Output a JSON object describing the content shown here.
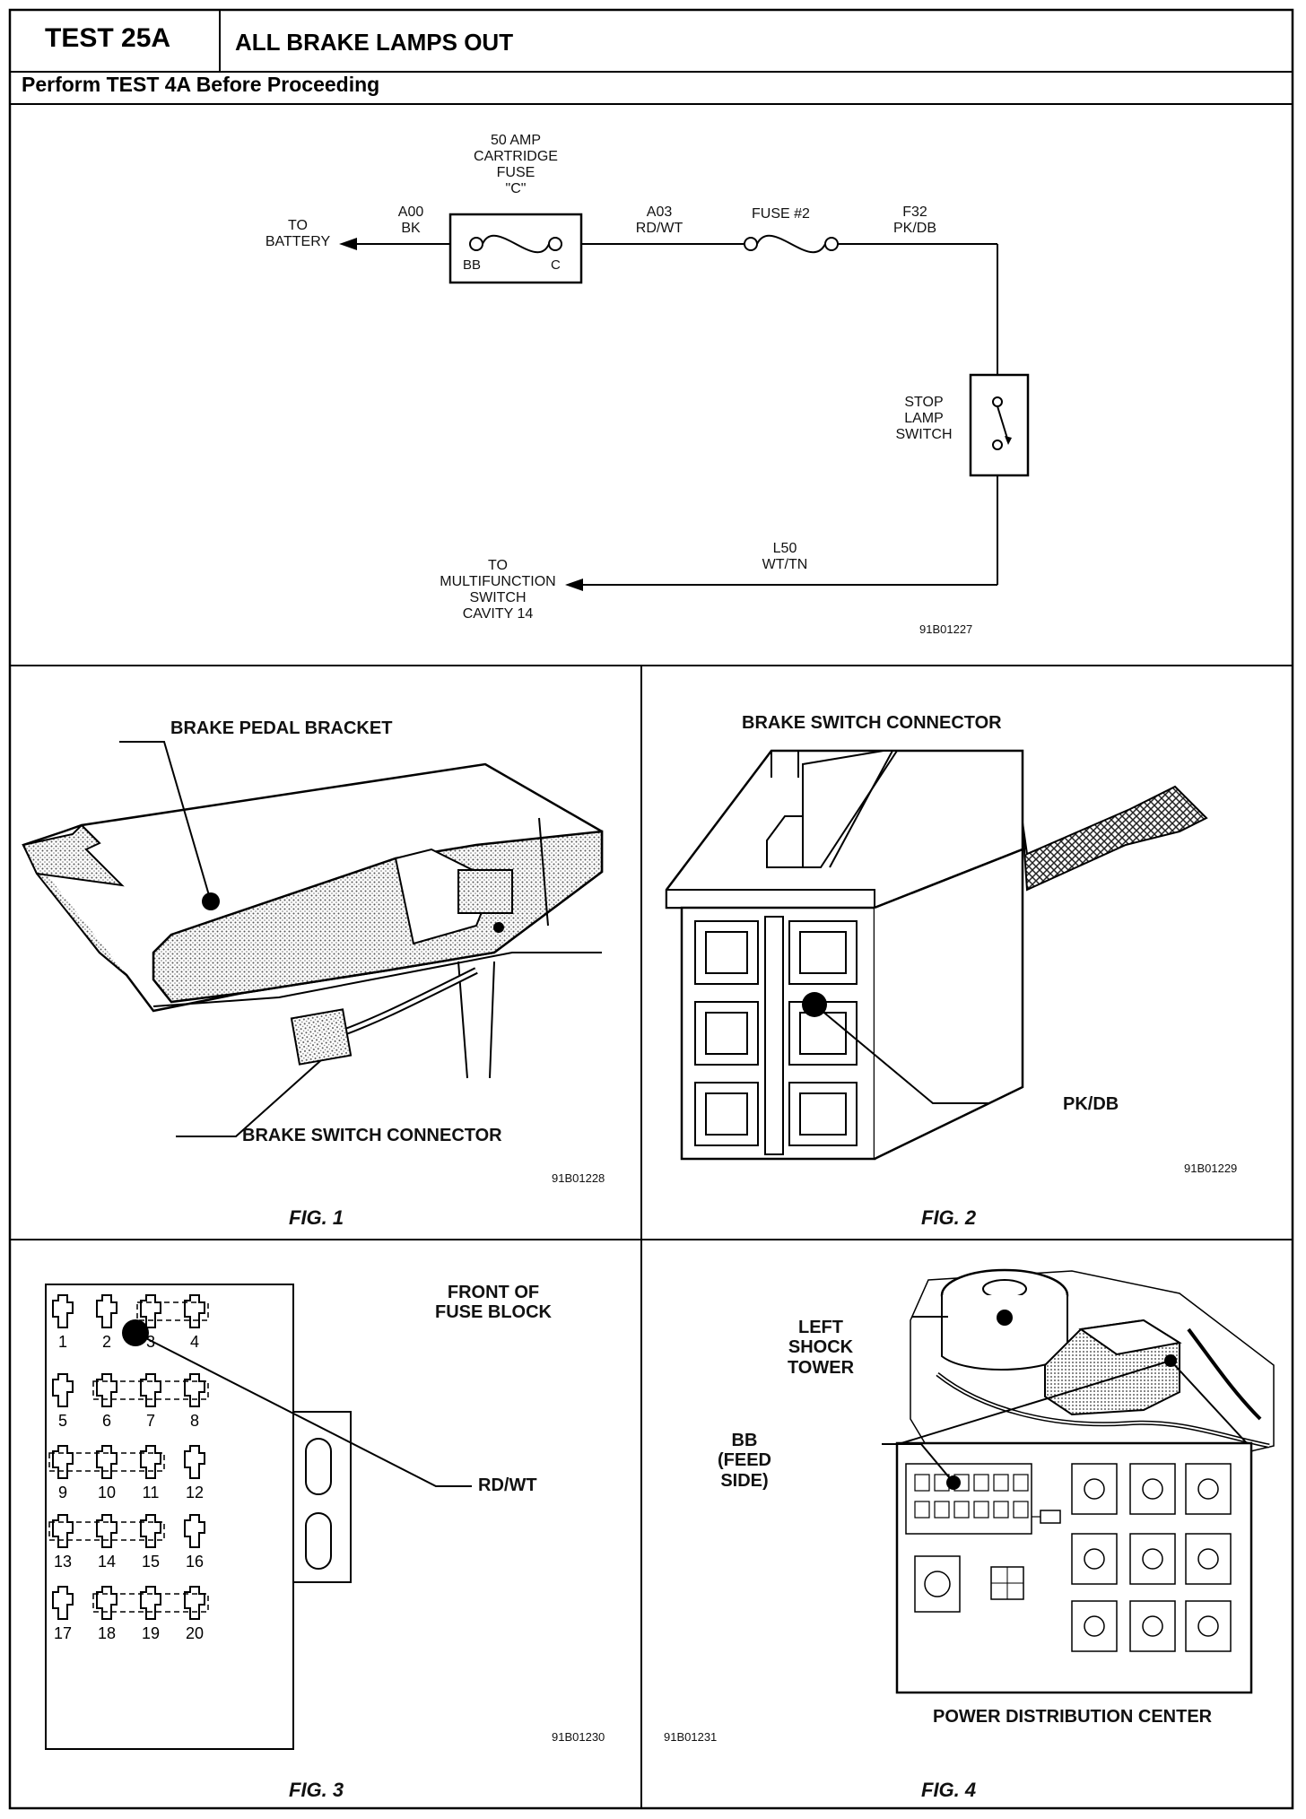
{
  "header": {
    "test_id": "TEST 25A",
    "test_title": "ALL BRAKE LAMPS OUT",
    "prereq": "Perform TEST 4A Before Proceeding"
  },
  "schematic": {
    "fuse_c_label": [
      "50 AMP",
      "CARTRIDGE",
      "FUSE",
      "\"C\""
    ],
    "to_battery": [
      "TO",
      "BATTERY"
    ],
    "wire_a00": [
      "A00",
      "BK"
    ],
    "fuse_c_left": "BB",
    "fuse_c_right": "C",
    "wire_a03": [
      "A03",
      "RD/WT"
    ],
    "fuse2": "FUSE #2",
    "wire_f32": [
      "F32",
      "PK/DB"
    ],
    "stop_switch": [
      "STOP",
      "LAMP",
      "SWITCH"
    ],
    "wire_l50": [
      "L50",
      "WT/TN"
    ],
    "to_multifunction": [
      "TO",
      "MULTIFUNCTION",
      "SWITCH",
      "CAVITY 14"
    ],
    "code": "91B01227"
  },
  "fig1": {
    "bracket_label": "BRAKE PEDAL BRACKET",
    "connector_label": "BRAKE SWITCH CONNECTOR",
    "code": "91B01228",
    "caption": "FIG. 1"
  },
  "fig2": {
    "title": "BRAKE SWITCH CONNECTOR",
    "wire_label": "PK/DB",
    "code": "91B01229",
    "caption": "FIG. 2"
  },
  "fig3": {
    "title": [
      "FRONT OF",
      "FUSE BLOCK"
    ],
    "fuse_numbers": [
      "1",
      "2",
      "3",
      "4",
      "5",
      "6",
      "7",
      "8",
      "9",
      "10",
      "11",
      "12",
      "13",
      "14",
      "15",
      "16",
      "17",
      "18",
      "19",
      "20"
    ],
    "wire_label": "RD/WT",
    "code": "91B01230",
    "caption": "FIG. 3"
  },
  "fig4": {
    "shock_label": [
      "LEFT",
      "SHOCK",
      "TOWER"
    ],
    "bb_label": [
      "BB",
      "(FEED",
      "SIDE)"
    ],
    "pdc_label": "POWER DISTRIBUTION CENTER",
    "code": "91B01231",
    "caption": "FIG. 4"
  }
}
